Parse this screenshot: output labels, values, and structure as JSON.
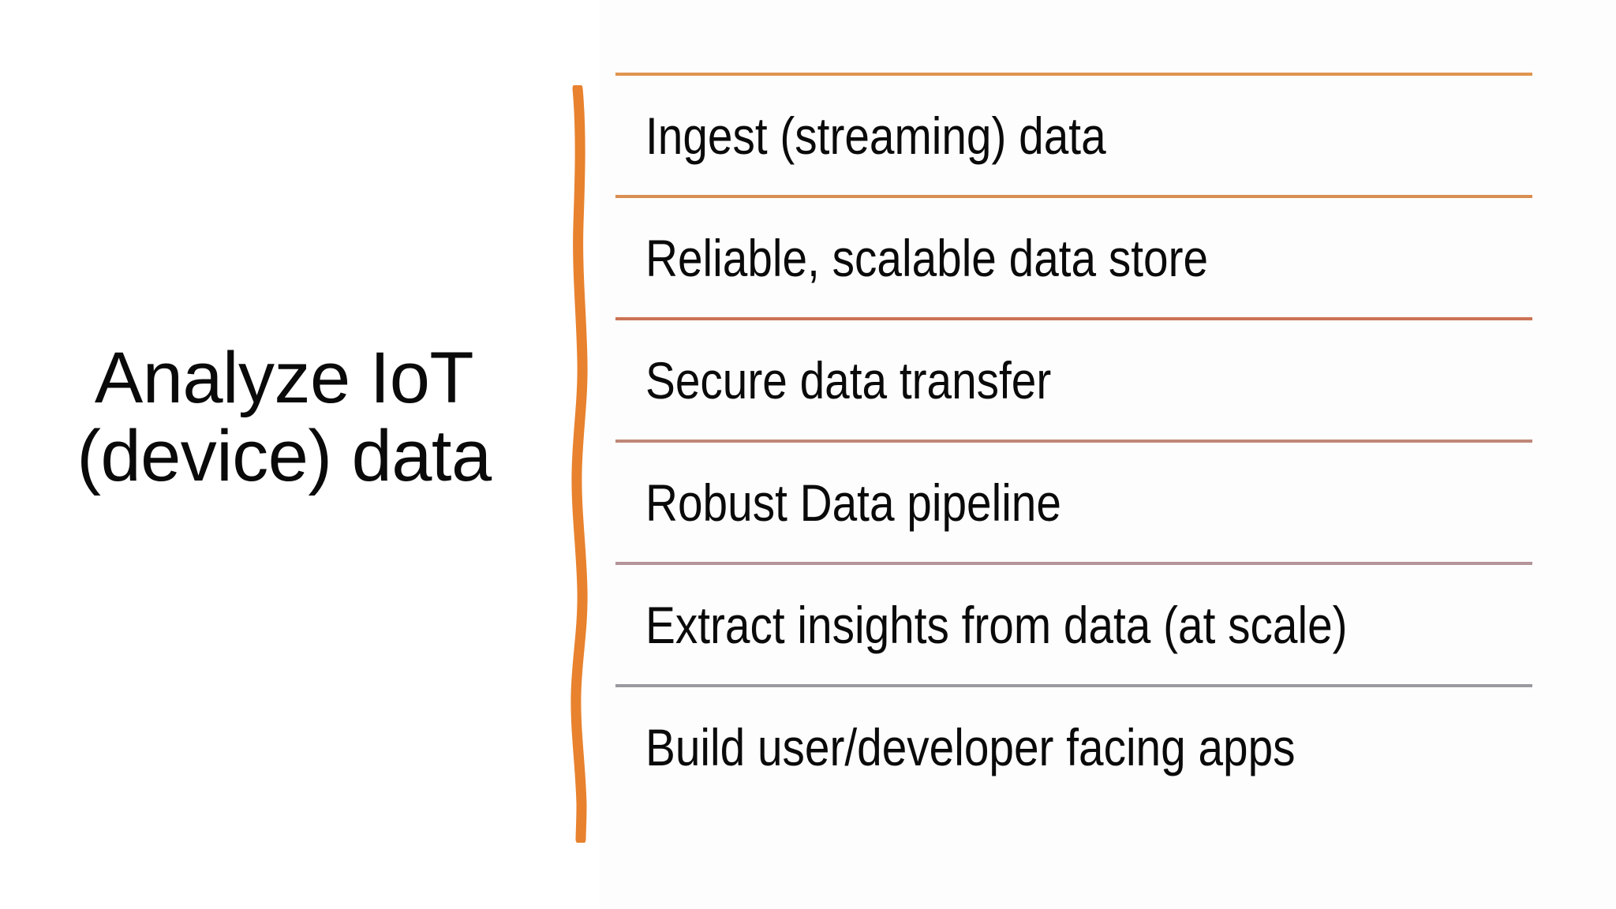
{
  "slide": {
    "title": {
      "line1": "Analyze IoT",
      "line2": "(device) data"
    },
    "accent_color": "#E8822E",
    "background_color": "#FFFFFF",
    "text_color": "#0A0A0A",
    "decoration": {
      "name": "wavy-orange-brush-stroke",
      "color": "#E8822E"
    },
    "items": [
      {
        "label": "Ingest (streaming) data",
        "divider_above_color": "#E09450"
      },
      {
        "label": "Reliable, scalable data store",
        "divider_above_color": "#D98E52"
      },
      {
        "label": "Secure data transfer",
        "divider_above_color": "#CC7355"
      },
      {
        "label": "Robust Data pipeline",
        "divider_above_color": "#C08878"
      },
      {
        "label": "Extract insights from data (at scale)",
        "divider_above_color": "#B4949A"
      },
      {
        "label": "Build user/developer facing apps",
        "divider_above_color": "#9A9AA0"
      }
    ]
  }
}
